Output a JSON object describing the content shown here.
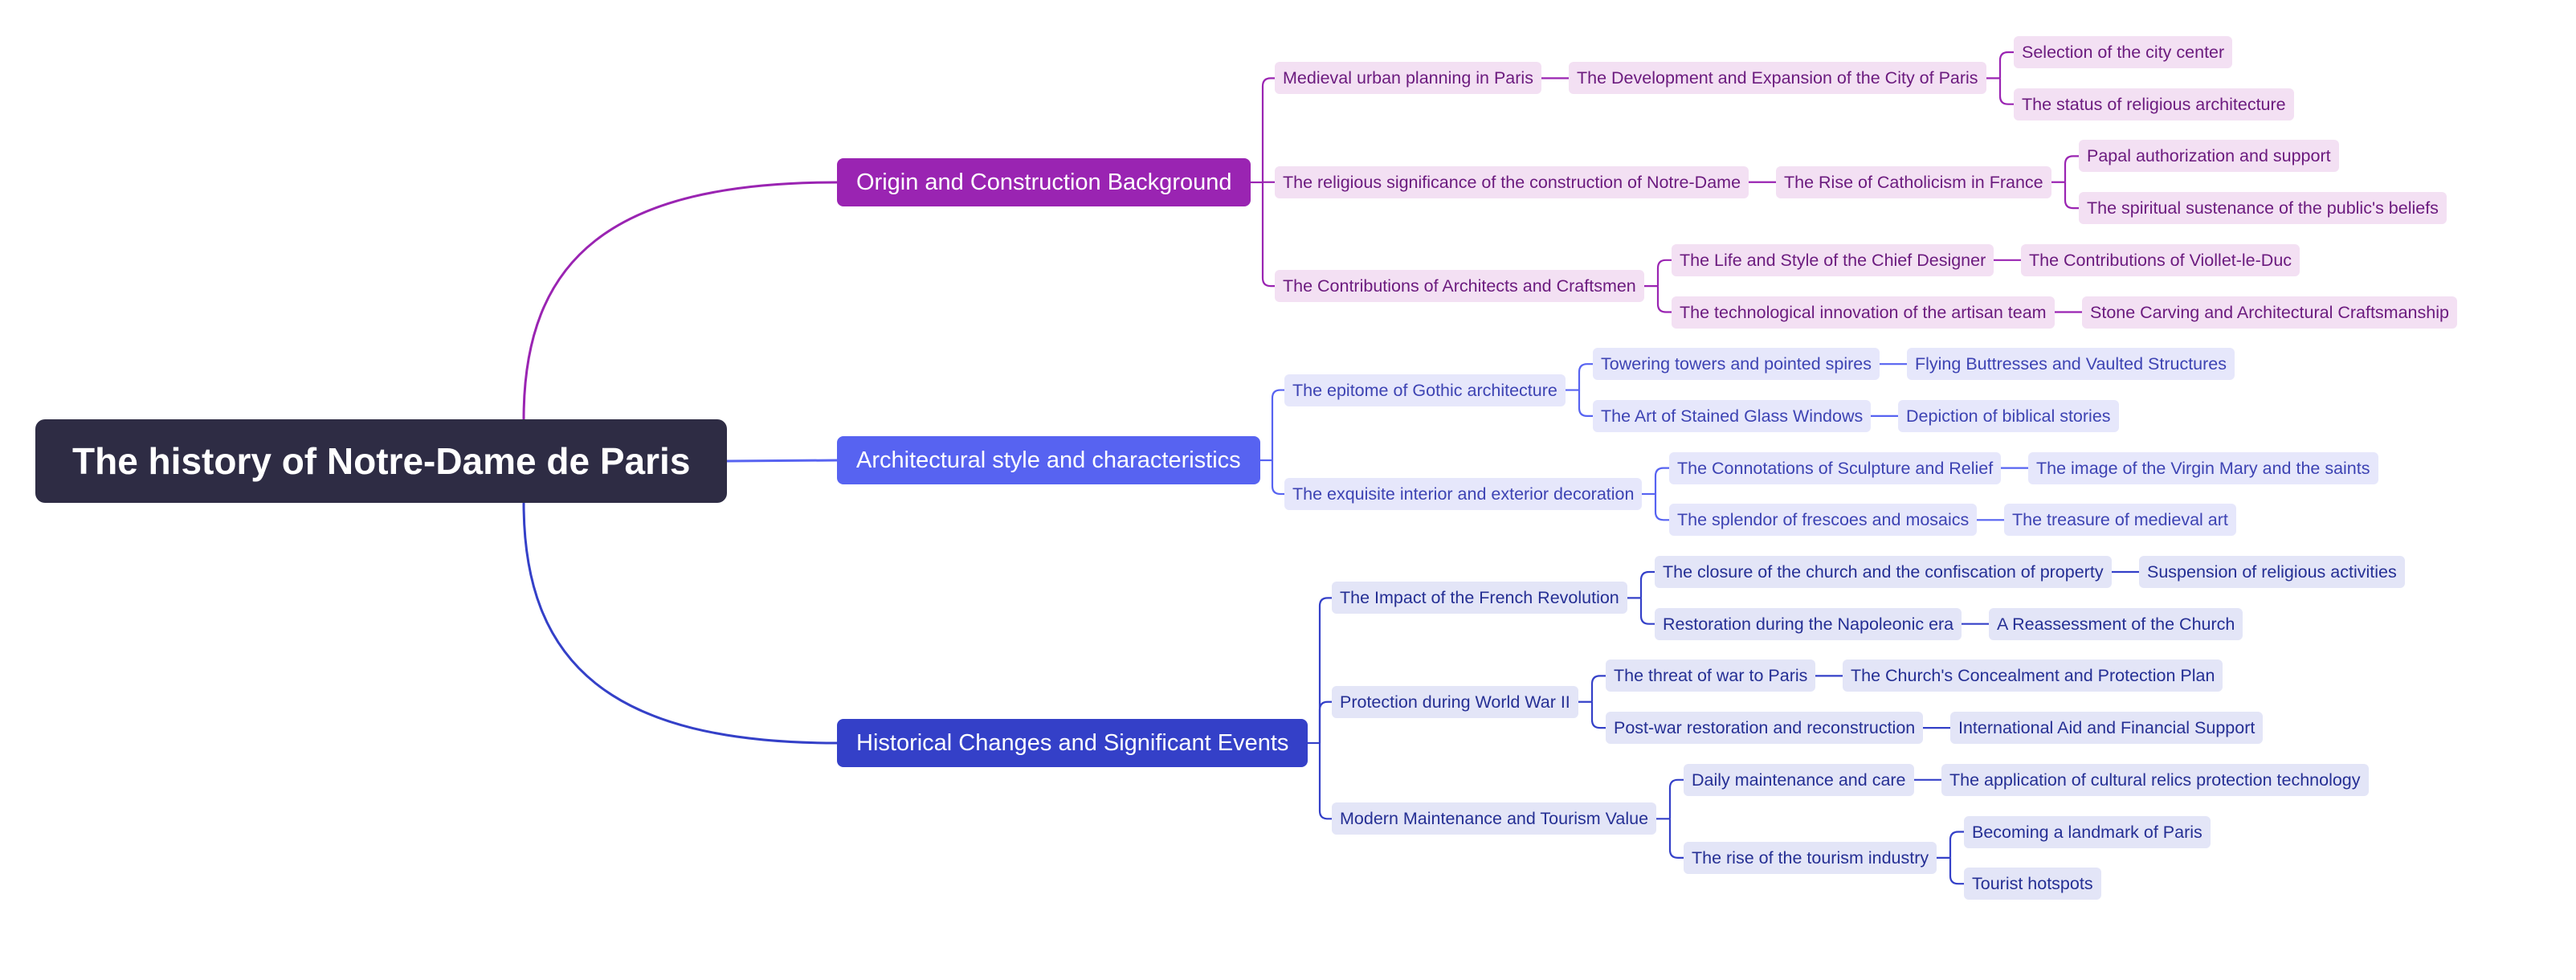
{
  "title": "The history of Notre-Dame de Paris",
  "colors": {
    "root_bg": "#2e2c44",
    "branch_colors": [
      "#9a24b2",
      "#5763f1",
      "#3440c8"
    ],
    "sub_backgrounds": [
      "#f3e0f3",
      "#e6e7fb",
      "#e3e5f7"
    ]
  },
  "branches": [
    {
      "label": "Origin and Construction Background",
      "children": [
        {
          "label": "Medieval urban planning in Paris",
          "children": [
            {
              "label": "The Development and Expansion of the City of Paris",
              "children": [
                {
                  "label": "Selection of the city center"
                },
                {
                  "label": "The status of religious architecture"
                }
              ]
            }
          ]
        },
        {
          "label": "The religious significance of the construction of Notre-Dame",
          "children": [
            {
              "label": "The Rise of Catholicism in France",
              "children": [
                {
                  "label": "Papal authorization and support"
                },
                {
                  "label": "The spiritual sustenance of the public's beliefs"
                }
              ]
            }
          ]
        },
        {
          "label": "The Contributions of Architects and Craftsmen",
          "children": [
            {
              "label": "The Life and Style of the Chief Designer",
              "children": [
                {
                  "label": "The Contributions of Viollet-le-Duc"
                }
              ]
            },
            {
              "label": "The technological innovation of the artisan team",
              "children": [
                {
                  "label": "Stone Carving and Architectural Craftsmanship"
                }
              ]
            }
          ]
        }
      ]
    },
    {
      "label": "Architectural style and characteristics",
      "children": [
        {
          "label": "The epitome of Gothic architecture",
          "children": [
            {
              "label": "Towering towers and pointed spires",
              "children": [
                {
                  "label": "Flying Buttresses and Vaulted Structures"
                }
              ]
            },
            {
              "label": "The Art of Stained Glass Windows",
              "children": [
                {
                  "label": "Depiction of biblical stories"
                }
              ]
            }
          ]
        },
        {
          "label": "The exquisite interior and exterior decoration",
          "children": [
            {
              "label": "The Connotations of Sculpture and Relief",
              "children": [
                {
                  "label": "The image of the Virgin Mary and the saints"
                }
              ]
            },
            {
              "label": "The splendor of frescoes and mosaics",
              "children": [
                {
                  "label": "The treasure of medieval art"
                }
              ]
            }
          ]
        }
      ]
    },
    {
      "label": "Historical Changes and Significant Events",
      "children": [
        {
          "label": "The Impact of the French Revolution",
          "children": [
            {
              "label": "The closure of the church and the confiscation of property",
              "children": [
                {
                  "label": "Suspension of religious activities"
                }
              ]
            },
            {
              "label": "Restoration during the Napoleonic era",
              "children": [
                {
                  "label": "A Reassessment of the Church"
                }
              ]
            }
          ]
        },
        {
          "label": "Protection during World War II",
          "children": [
            {
              "label": "The threat of war to Paris",
              "children": [
                {
                  "label": "The Church's Concealment and Protection Plan"
                }
              ]
            },
            {
              "label": "Post-war restoration and reconstruction",
              "children": [
                {
                  "label": "International Aid and Financial Support"
                }
              ]
            }
          ]
        },
        {
          "label": "Modern Maintenance and Tourism Value",
          "children": [
            {
              "label": "Daily maintenance and care",
              "children": [
                {
                  "label": "The application of cultural relics protection technology"
                }
              ]
            },
            {
              "label": "The rise of the tourism industry",
              "children": [
                {
                  "label": "Becoming a landmark of Paris"
                },
                {
                  "label": "Tourist hotspots"
                }
              ]
            }
          ]
        }
      ]
    }
  ]
}
